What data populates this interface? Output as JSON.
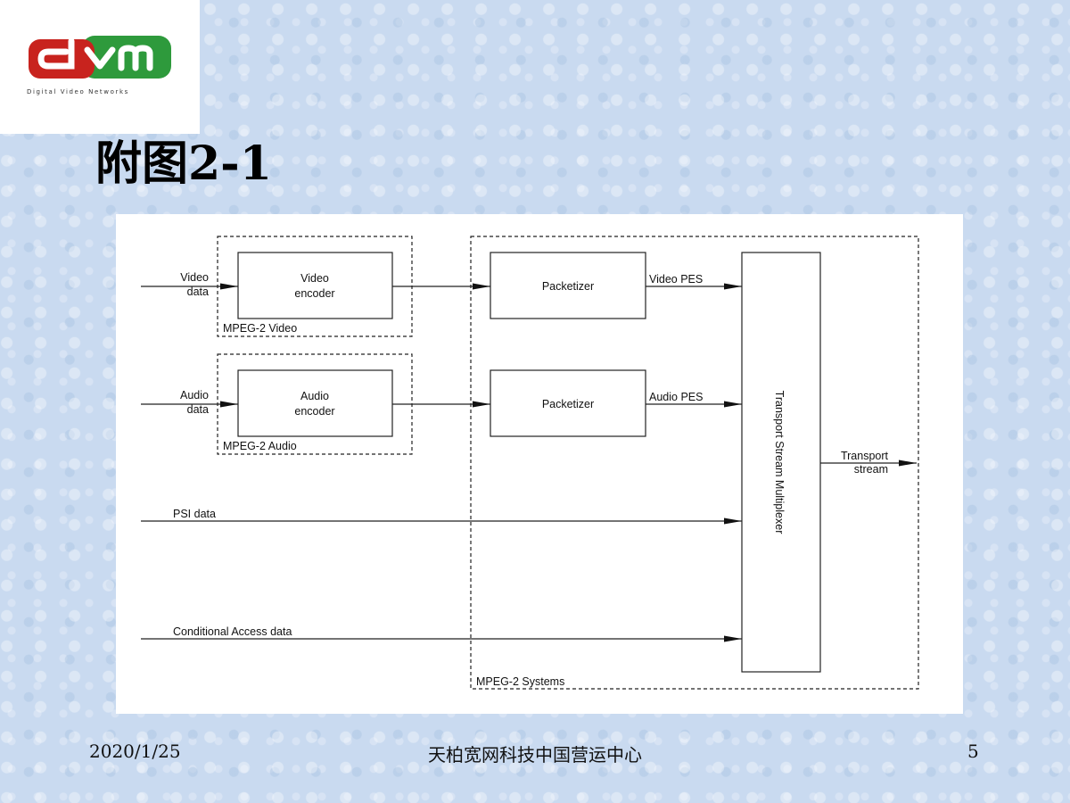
{
  "logo": {
    "text": "dvm",
    "subtitle": "Digital Video Networks",
    "colors": {
      "red": "#c8231e",
      "green": "#2e9a3c"
    }
  },
  "title": "附图2-1",
  "diagram": {
    "inputs": {
      "video_data": [
        "Video",
        "data"
      ],
      "audio_data": [
        "Audio",
        "data"
      ],
      "psi_data": "PSI data",
      "ca_data": "Conditional Access data"
    },
    "blocks": {
      "video_encoder": [
        "Video",
        "encoder"
      ],
      "audio_encoder": [
        "Audio",
        "encoder"
      ],
      "video_packetizer": "Packetizer",
      "audio_packetizer": "Packetizer",
      "multiplexer": "Transport Stream Multiplexer"
    },
    "groups": {
      "mpeg2_video": "MPEG-2 Video",
      "mpeg2_audio": "MPEG-2 Audio",
      "mpeg2_systems": "MPEG-2 Systems"
    },
    "streams": {
      "video_pes": "Video PES",
      "audio_pes": "Audio PES",
      "transport_stream": [
        "Transport",
        "stream"
      ]
    }
  },
  "footer": {
    "date": "2020/1/25",
    "organization": "天柏宽网科技中国营运中心",
    "page_number": "5"
  }
}
